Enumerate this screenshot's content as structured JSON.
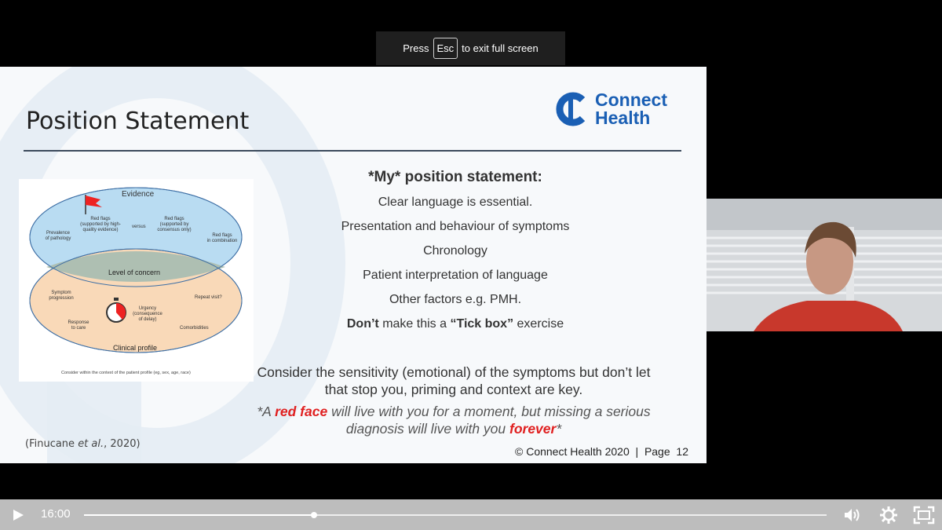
{
  "fullscreen_hint": {
    "press": "Press",
    "key": "Esc",
    "rest": "to exit full screen"
  },
  "slide": {
    "title": "Position Statement",
    "logo": {
      "line1": "Connect",
      "line2": "Health",
      "color": "#1a5fb4"
    },
    "statement": {
      "heading": "*My* position statement:",
      "lines": [
        "Clear language is essential.",
        "Presentation and behaviour of symptoms",
        "Chronology",
        "Patient interpretation of language",
        "Other factors e.g. PMH."
      ],
      "tick_box": {
        "bold1": "Don’t",
        "mid": " make this a ",
        "bold2": "“Tick box”",
        "end": " exercise"
      }
    },
    "consider_text": "Consider the sensitivity (emotional) of the symptoms but don’t let that stop you, priming and context are key.",
    "quote": {
      "p1": "*A ",
      "red1": "red face",
      "p2": " will live with you for a moment, but missing a serious diagnosis will live with you ",
      "red2": "forever",
      "p3": "*"
    },
    "citation": {
      "pre": "(Finucane ",
      "italic": "et al.",
      "post": ", 2020)"
    },
    "footer": "© Connect Health 2020  |  Page  12",
    "diagram": {
      "evidence": "Evidence",
      "red_flags_high_1": "Red flags",
      "red_flags_high_2": "(supported by high-",
      "red_flags_high_3": "quality evidence)",
      "versus": "versus",
      "red_flags_cons_1": "Red flags",
      "red_flags_cons_2": "(supported by",
      "red_flags_cons_3": "consensus only)",
      "prevalence_1": "Prevalence",
      "prevalence_2": "of pathology",
      "combination_1": "Red flags",
      "combination_2": "in combination",
      "level_of_concern": "Level of concern",
      "symptom_1": "Symptom",
      "symptom_2": "progression",
      "repeat_visit": "Repeat visit?",
      "urgency_1": "Urgency",
      "urgency_2": "(consequence",
      "urgency_3": "of delay)",
      "response_1": "Response",
      "response_2": "to care",
      "comorbidities": "Comorbidities",
      "clinical_profile": "Clinical profile",
      "context_note": "Consider within the context of the patient profile (eg, sex, age, race)"
    }
  },
  "player": {
    "time": "16:00",
    "progress": 0.31,
    "icons": [
      "play-icon",
      "volume-icon",
      "settings-icon",
      "fullscreen-icon"
    ]
  }
}
